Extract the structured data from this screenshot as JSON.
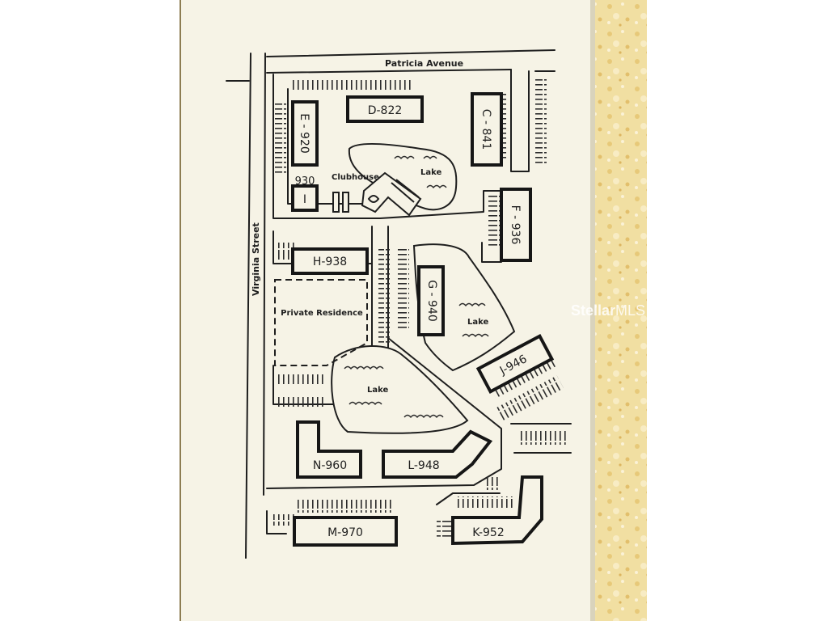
{
  "map": {
    "streets": {
      "north": "Patricia Avenue",
      "west": "Virginia Street"
    },
    "buildings": [
      {
        "id": "bldg-d822",
        "label": "D-822"
      },
      {
        "id": "bldg-c841",
        "label": "C - 841"
      },
      {
        "id": "bldg-e920",
        "label": "E - 920"
      },
      {
        "id": "bldg-f936",
        "label": "F - 936"
      },
      {
        "id": "bldg-930",
        "label": "930"
      },
      {
        "id": "bldg-i",
        "label": "I"
      },
      {
        "id": "bldg-h938",
        "label": "H-938"
      },
      {
        "id": "bldg-g940",
        "label": "G - 940"
      },
      {
        "id": "bldg-j946",
        "label": "J-946"
      },
      {
        "id": "bldg-n960",
        "label": "N-960"
      },
      {
        "id": "bldg-l948",
        "label": "L-948"
      },
      {
        "id": "bldg-m970",
        "label": "M-970"
      },
      {
        "id": "bldg-k952",
        "label": "K-952"
      }
    ],
    "features": {
      "clubhouse": "Clubhouse",
      "private_residence": "Private Residence",
      "lake_north": "Lake",
      "lake_east": "Lake",
      "lake_center": "Lake"
    }
  },
  "watermark": {
    "brand": "Stellar",
    "suffix": "MLS"
  },
  "colors": {
    "paper": "#f6f3e6",
    "ink": "#1e1e1e",
    "countertop": "#f1dfa2"
  }
}
